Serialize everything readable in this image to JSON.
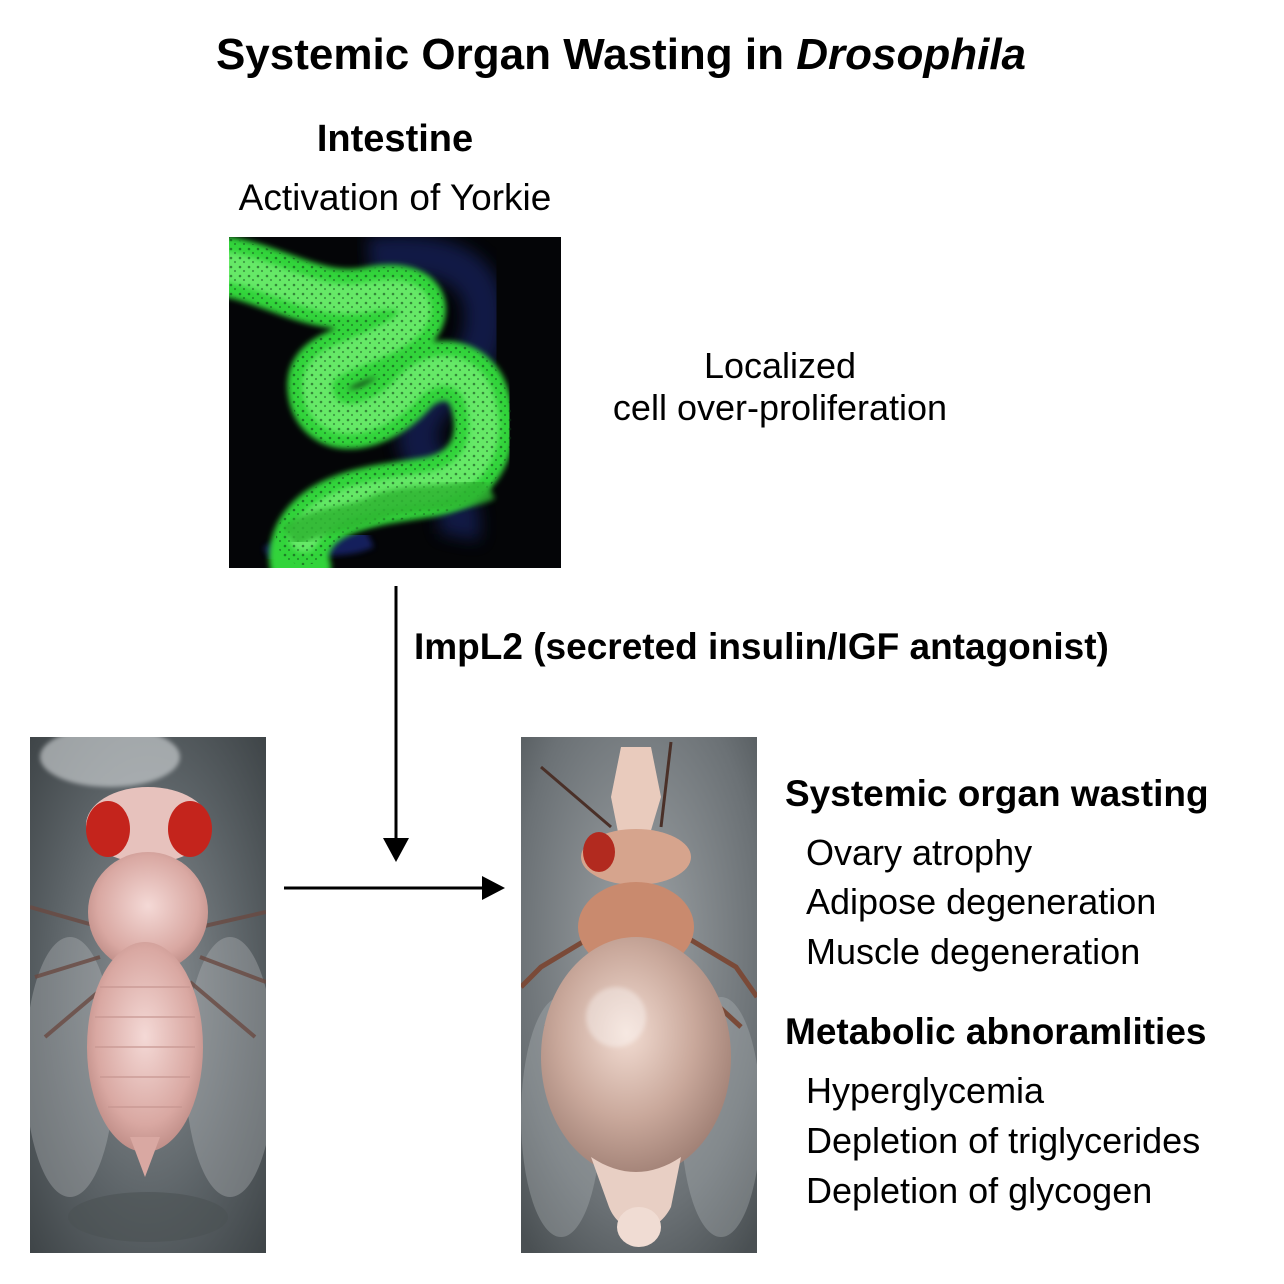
{
  "title": {
    "prefix": "Systemic Organ Wasting in ",
    "italic": "Drosophila"
  },
  "intestine": {
    "heading": "Intestine",
    "subheading": "Activation of Yorkie"
  },
  "localized": {
    "line1": "Localized",
    "line2": "cell over-proliferation"
  },
  "signal": {
    "label": "ImpL2 (secreted insulin/IGF antagonist)"
  },
  "sections": [
    {
      "heading": "Systemic organ wasting",
      "items": [
        "Ovary atrophy",
        "Adipose degeneration",
        "Muscle degeneration"
      ]
    },
    {
      "heading": "Metabolic abnoramlities",
      "items": [
        "Hyperglycemia",
        "Depletion of triglycerides",
        "Depletion of glycogen"
      ]
    }
  ]
}
